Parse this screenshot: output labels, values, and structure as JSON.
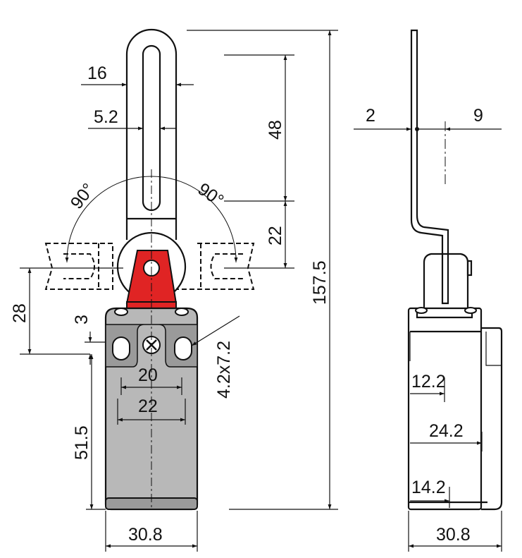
{
  "colors": {
    "body": "#b8b8b8",
    "body_dark": "#9a9a9a",
    "actuator": "#e02424",
    "line": "#111111"
  },
  "dimensions": {
    "lever_width": "16",
    "slot_width": "5.2",
    "slot_length": "48",
    "lever_offset": "22",
    "overall_height": "157.5",
    "angle_left": "90°",
    "angle_right": "90°",
    "pivot_height": "28",
    "gap": "3",
    "hole_size": "4.2x7.2",
    "hole_spacing_min": "20",
    "hole_spacing_max": "22",
    "body_height": "51.5",
    "body_width": "30.8",
    "side_lever_thickness": "2",
    "side_lever_offset": "9",
    "side_depth_1": "12.2",
    "side_depth_2": "24.2",
    "side_depth_3": "14.2",
    "side_width": "30.8"
  }
}
